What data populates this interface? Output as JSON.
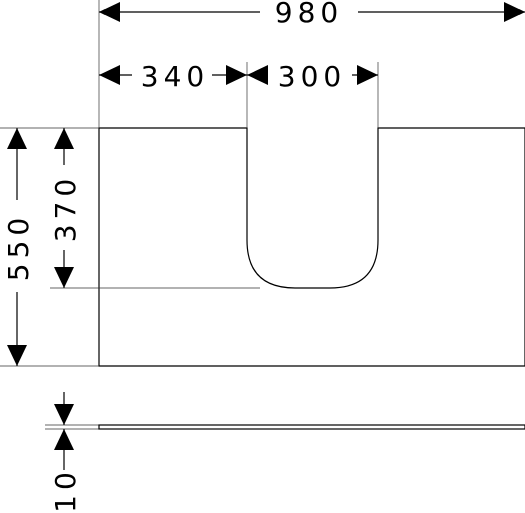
{
  "dimensions": {
    "overall_width": "980",
    "left_offset": "340",
    "cutout_width": "300",
    "overall_depth": "550",
    "cutout_depth": "370",
    "thickness": "10"
  },
  "colors": {
    "line": "#000000",
    "thin_line": "#333333",
    "background": "#ffffff"
  }
}
